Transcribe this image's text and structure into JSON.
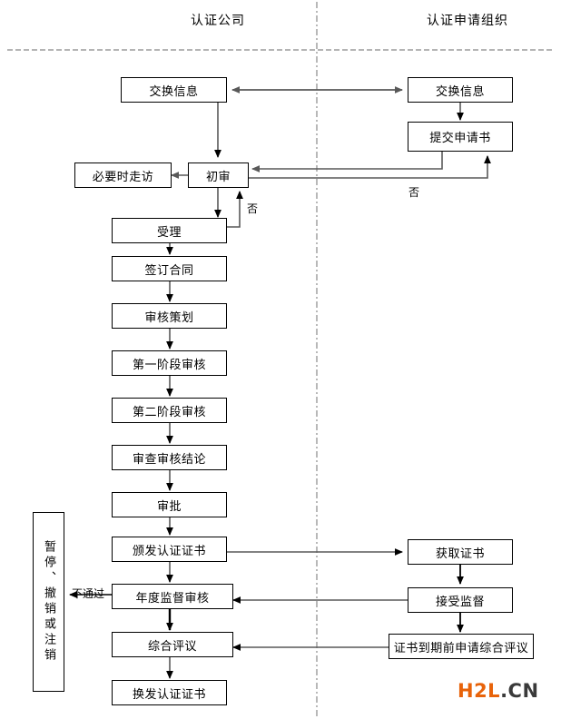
{
  "diagram": {
    "title_left": "认证公司",
    "title_right": "认证申请组织",
    "lane_divider_color": "#9b9b9b",
    "header_rule_color": "#9b9b9b",
    "box_border_color": "#000000",
    "connector_color": "#595959",
    "connector_dark_color": "#000000",
    "background": "#ffffff"
  },
  "nodes": {
    "left_exchange_info": "交换信息",
    "right_exchange_info": "交换信息",
    "submit_application": "提交申请书",
    "preliminary_review": "初审",
    "visit_if_needed": "必要时走访",
    "acceptance": "受理",
    "sign_contract": "签订合同",
    "audit_planning": "审核策划",
    "stage_one_audit": "第一阶段审核",
    "stage_two_audit": "第二阶段审核",
    "review_conclusion": "审查审核结论",
    "approval": "审批",
    "issue_certificate": "颁发认证证书",
    "annual_supervision_audit": "年度监督审核",
    "comprehensive_review": "综合评议",
    "renew_certificate": "换发认证证书",
    "obtain_certificate": "获取证书",
    "accept_supervision": "接受监督",
    "apply_before_expiry": "证书到期前申请综合评议",
    "suspend_revoke_cancel": "暂停、撤销或注销"
  },
  "edge_labels": {
    "no_left": "否",
    "no_right": "否",
    "not_passed": "不通过"
  },
  "watermark": {
    "part_one": "H2L",
    "part_two": ".CN",
    "color_one": "#e8630a",
    "color_two": "#3a3a3a"
  }
}
